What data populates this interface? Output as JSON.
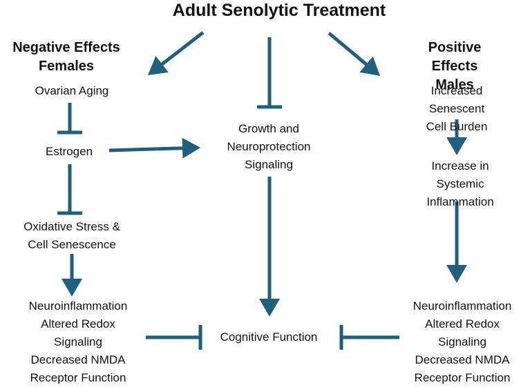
{
  "diagram": {
    "title": "Adult Senolytic Treatment",
    "left_heading": "Negative Effects\nFemales",
    "right_heading": "Positive Effects\nMales",
    "nodes": {
      "ovarian_aging": "Ovarian Aging",
      "estrogen": "Estrogen",
      "oxidative_stress": "Oxidative Stress &\nCell Senescence",
      "neuro_left": "Neuroinflammation\nAltered Redox\nSignaling\nDecreased NMDA\nReceptor Function",
      "growth_signaling": "Growth and\nNeuroprotection\nSignaling",
      "cognitive_function": "Cognitive Function",
      "senescent_burden": "Increased Senescent\nCell Burden",
      "systemic_inflammation": "Increase in Systemic\nInflammation",
      "neuro_right": "Neuroinflammation\nAltered Redox\nSignaling\nDecreased NMDA\nReceptor Function"
    },
    "edge_color": "#1f5f7f"
  }
}
